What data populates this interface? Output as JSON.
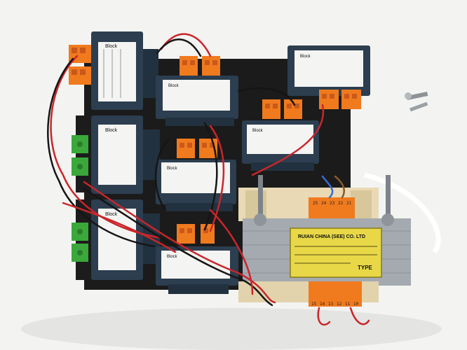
{
  "photo": {
    "brand_label": "Block",
    "large_transformer": {
      "plate_text": "RUIAN CHINA (SEE) CO. LTD",
      "type_label": "TYPE",
      "terminal_top": [
        "25",
        "24",
        "23",
        "22",
        "21"
      ],
      "terminal_bottom": [
        "15",
        "14",
        "13",
        "12",
        "11",
        "10"
      ]
    },
    "colors": {
      "backplate": "#1d1d1d",
      "transformer_body": "#2c3e50",
      "terminal_orange": "#f07a1e",
      "terminal_green": "#3aa83a",
      "wire_red": "#c9262b",
      "wire_black": "#151515",
      "steel_core": "#9aa0a6",
      "coil_bobbin": "#e9d9b4",
      "name_plate": "#e8d848"
    }
  }
}
